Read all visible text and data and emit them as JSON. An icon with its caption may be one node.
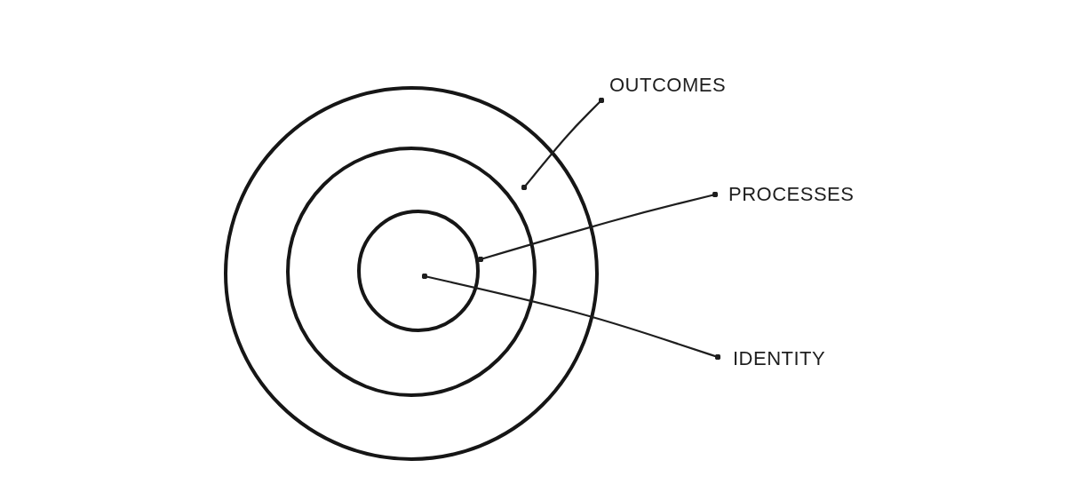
{
  "diagram": {
    "nodes": [
      {
        "text": [],
        "shape": "circle"
      },
      {
        "text": [],
        "shape": "circle",
        "in": 0
      },
      {
        "text": [],
        "shape": "circle",
        "in": 1
      },
      {
        "text": [
          "OUTCOMES"
        ]
      },
      {
        "text": [
          "PROCESSES"
        ]
      },
      {
        "text": [
          "IDENTITY"
        ]
      }
    ],
    "edges": [
      {
        "from": 3,
        "to": 0,
        "arrow": "other"
      },
      {
        "from": 4,
        "to": 1,
        "arrow": "other"
      },
      {
        "from": 5,
        "to": 2,
        "arrow": "other"
      }
    ]
  }
}
